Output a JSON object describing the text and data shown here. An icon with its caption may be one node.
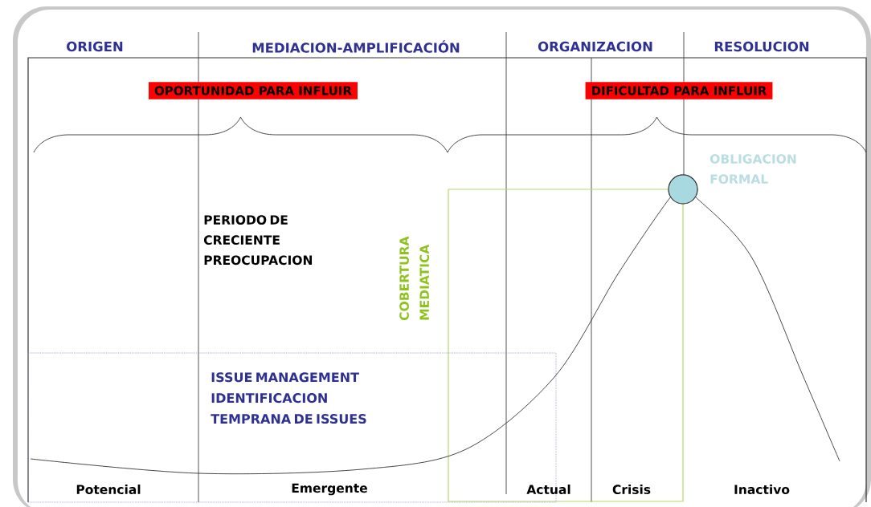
{
  "diagram": {
    "nodes": [
      {
        "text": [
          "OPORTUNIDAD PARA INFLUIR"
        ]
      },
      {
        "text": [
          "DIFICULTAD PARA INFLUIR"
        ]
      },
      {
        "text": [],
        "shape": "circle",
        "beside": [
          "OBLIGACION FORMAL"
        ]
      },
      {
        "text": [
          "COBERTURA MEDIATICA"
        ]
      },
      {
        "text": [
          "ISSUE MANAGEMENT IDENTIFICACION TEMPRANA DE ISSUES"
        ]
      }
    ],
    "labels": [
      "ORIGEN",
      "MEDIACION-AMPLIFICACIÓN",
      "ORGANIZACION",
      "RESOLUCION",
      "PERIODO DE CRECIENTE PREOCUPACION",
      "Potencial",
      "Emergente",
      "Actual",
      "Crisis",
      "Inactivo"
    ]
  }
}
